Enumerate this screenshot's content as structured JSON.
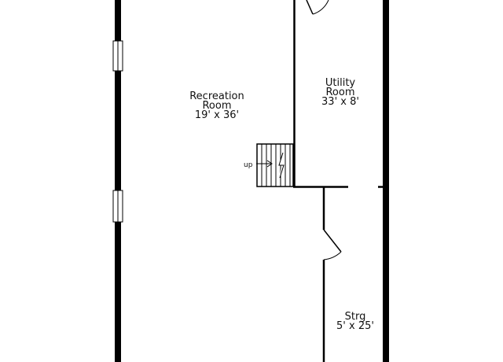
{
  "rooms": {
    "recreation": {
      "name": "Recreation",
      "name2": "Room",
      "dims": "19' x 36'"
    },
    "utility": {
      "name": "Utility",
      "name2": "Room",
      "dims": "33' x 8'"
    },
    "storage": {
      "name": "Strg",
      "dims": "5' x 25'"
    }
  },
  "stairs": {
    "label": "up"
  },
  "colors": {
    "wall": "#000000",
    "background": "#ffffff",
    "text": "#111111"
  }
}
